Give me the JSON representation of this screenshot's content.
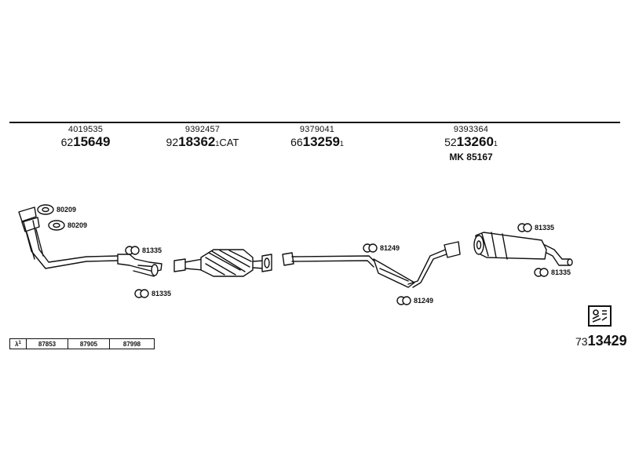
{
  "parts": [
    {
      "oem": "4019535",
      "prefix": "62",
      "number": "15649",
      "sup": "",
      "suffix": ""
    },
    {
      "oem": "9392457",
      "prefix": "92",
      "number": "18362",
      "sup": "1",
      "suffix": "CAT"
    },
    {
      "oem": "9379041",
      "prefix": "66",
      "number": "13259",
      "sup": "1",
      "suffix": ""
    },
    {
      "oem": "9393364",
      "prefix": "52",
      "number": "13260",
      "sup": "1",
      "suffix": "",
      "mk": "MK  85167"
    }
  ],
  "labels": {
    "gasket_1": "80209",
    "gasket_2": "80209",
    "clamp_front_upper": "81335",
    "clamp_front_lower": "81335",
    "clamp_mid_upper": "81249",
    "clamp_mid_lower": "81249",
    "clamp_rear_upper": "81335",
    "clamp_rear_lower": "81335"
  },
  "lambda_table": {
    "symbol": "λ",
    "sup": "1",
    "cells": [
      "87853",
      "87905",
      "87998"
    ]
  },
  "diagram_ref": {
    "prefix": "73",
    "number": "13429"
  }
}
